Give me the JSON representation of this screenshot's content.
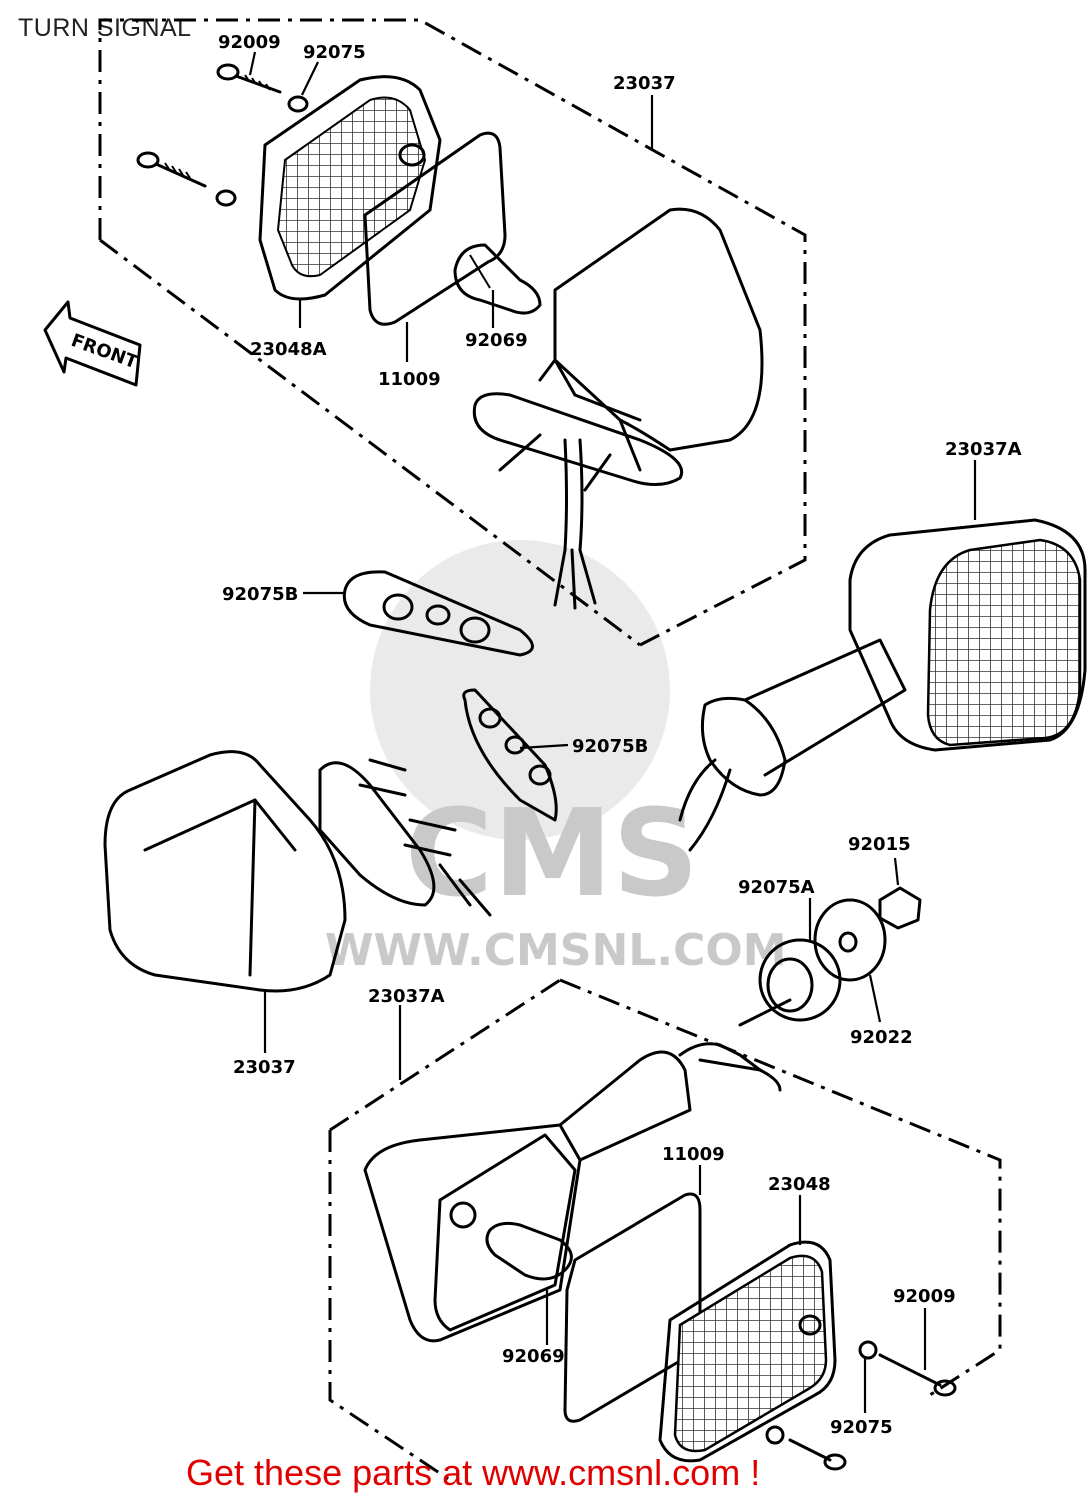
{
  "title": "TURN SIGNAL",
  "front_label": "FRONT",
  "watermark": {
    "brand": "CMS",
    "site": "WWW.CMSNL.COM"
  },
  "footer": {
    "text": "Get these parts at www.cmsnl.com !"
  },
  "parts": {
    "p92009_top": "92009",
    "p92075_top": "92075",
    "p23037_top": "23037",
    "p23048A": "23048A",
    "p11009_top": "11009",
    "p92069_top": "92069",
    "p23037A_right": "23037A",
    "p92075B_left": "92075B",
    "p92075B_mid": "92075B",
    "p92015": "92015",
    "p92075A": "92075A",
    "p92022": "92022",
    "p23037_left": "23037",
    "p23037A_bottom": "23037A",
    "p11009_bottom": "11009",
    "p23048": "23048",
    "p92009_bottom": "92009",
    "p92069_bottom": "92069",
    "p92075_bottom": "92075"
  }
}
